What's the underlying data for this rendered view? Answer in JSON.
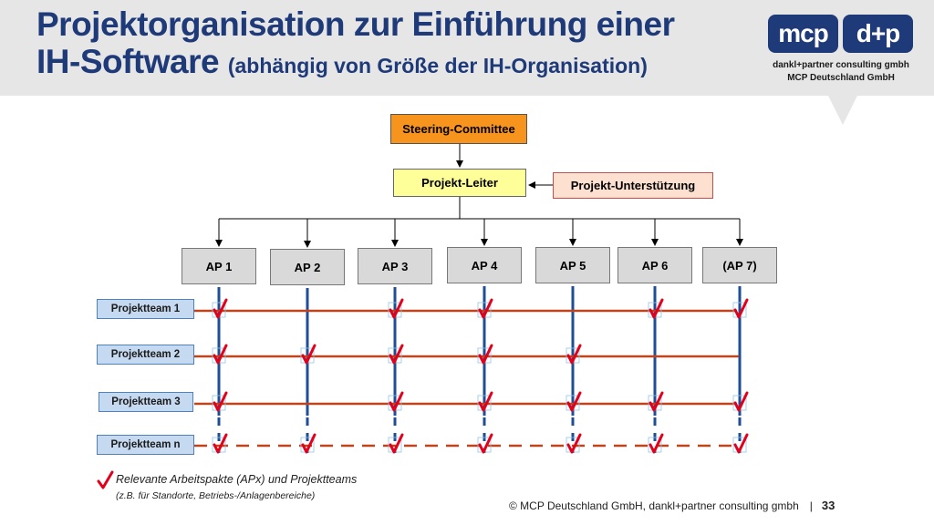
{
  "header": {
    "title_line1": "Projektorganisation zur Einführung einer",
    "title_line2": "IH-Software",
    "title_sub": "(abhängig von Größe der IH-Organisation)"
  },
  "logo": {
    "left_mark": "mcp",
    "right_mark": "d+p",
    "line1": "dankl+partner consulting gmbh",
    "line2": "MCP Deutschland GmbH"
  },
  "org": {
    "steering": "Steering-Committee",
    "leader": "Projekt-Leiter",
    "support": "Projekt-Unterstützung"
  },
  "work_packages": [
    "AP 1",
    "AP 2",
    "AP 3",
    "AP 4",
    "AP 5",
    "AP 6",
    "(AP 7)"
  ],
  "teams": [
    "Projektteam 1",
    "Projektteam 2",
    "Projektteam 3",
    "Projektteam n"
  ],
  "matrix": [
    [
      true,
      false,
      true,
      true,
      false,
      true,
      true
    ],
    [
      true,
      true,
      true,
      true,
      true,
      false,
      false
    ],
    [
      true,
      false,
      true,
      true,
      true,
      true,
      true
    ],
    [
      true,
      true,
      true,
      true,
      true,
      true,
      true
    ]
  ],
  "colors": {
    "title": "#1f3a78",
    "steering": "#f7941d",
    "leader": "#ffff99",
    "support": "#fde0d0",
    "ap_box": "#d9d9d9",
    "team_box": "#c5d9f1",
    "team_line": "#c0441b",
    "ap_line": "#1f4e99",
    "check": "#e3001b"
  },
  "legend": {
    "line1": "Relevante Arbeitspakte (APx) und Projektteams",
    "line2": "(z.B. für Standorte, Betriebs-/Anlagenbereiche)"
  },
  "footer": {
    "copyright": "© MCP Deutschland GmbH, dankl+partner consulting gmbh",
    "separator": "|",
    "page": "33"
  }
}
